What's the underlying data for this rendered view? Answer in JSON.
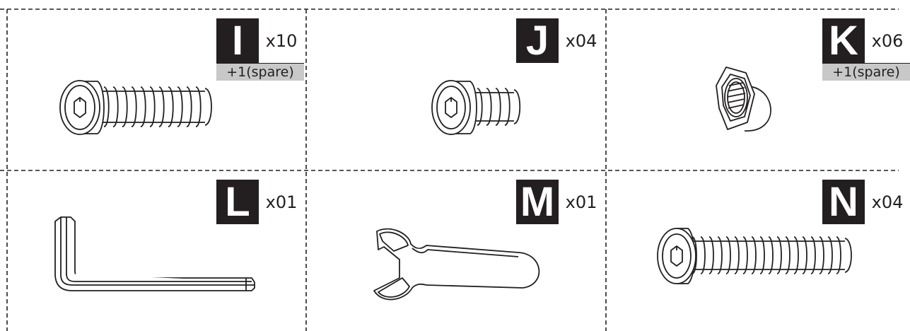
{
  "parts": [
    {
      "letter": "I",
      "quantity": "x10",
      "spare": "+1(spare)",
      "item": "hex-socket-screw-long"
    },
    {
      "letter": "J",
      "quantity": "x04",
      "spare": "",
      "item": "hex-socket-screw-short"
    },
    {
      "letter": "K",
      "quantity": "x06",
      "spare": "+1(spare)",
      "item": "cap-nut"
    },
    {
      "letter": "L",
      "quantity": "x01",
      "spare": "",
      "item": "allen-key"
    },
    {
      "letter": "M",
      "quantity": "x01",
      "spare": "",
      "item": "open-end-wrench"
    },
    {
      "letter": "N",
      "quantity": "x04",
      "spare": "",
      "item": "hex-socket-screw-extra-long"
    }
  ],
  "colors": {
    "ink": "#231f20",
    "spare_bg": "#c8c8c8",
    "background": "#ffffff"
  }
}
